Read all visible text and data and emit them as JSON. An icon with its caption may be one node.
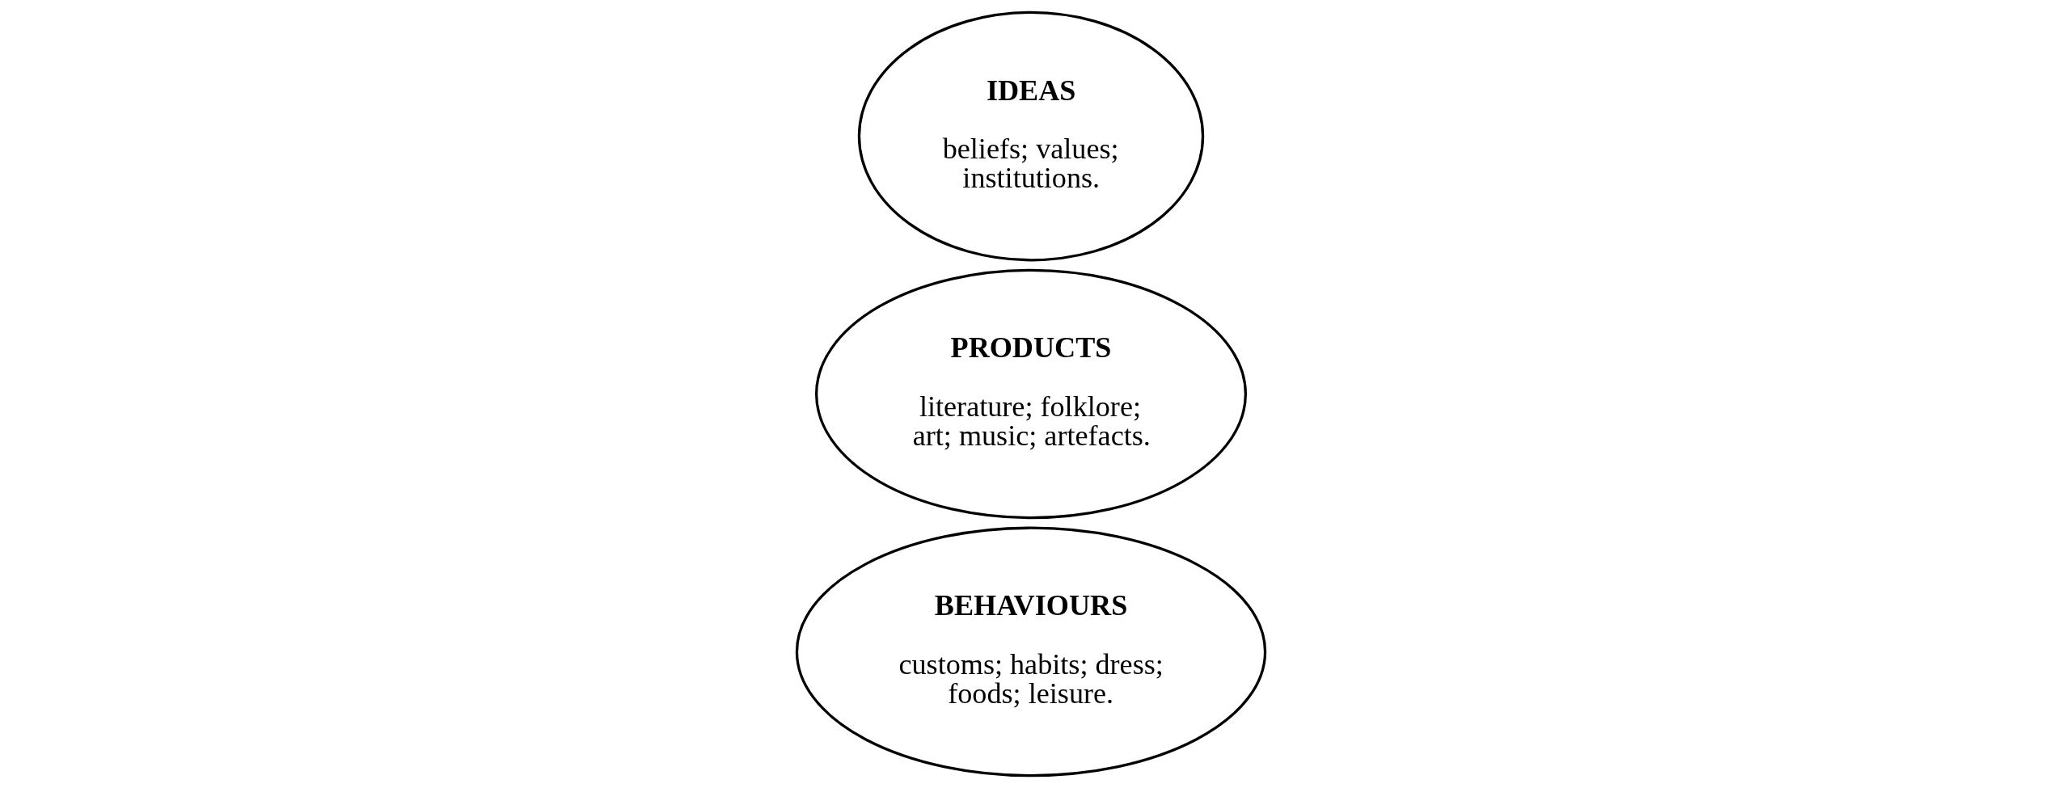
{
  "diagram": {
    "nodes": [
      {
        "text": [
          "PRODUCTS",
          "literature; folklore; art; music; artefacts."
        ]
      },
      {
        "text": [
          "BEHAVIOURS",
          "customs; habits; dress; foods; leisure."
        ]
      },
      {
        "text": [
          "IDEAS",
          "beliefs; values; institutions."
        ]
      }
    ],
    "edges": []
  }
}
